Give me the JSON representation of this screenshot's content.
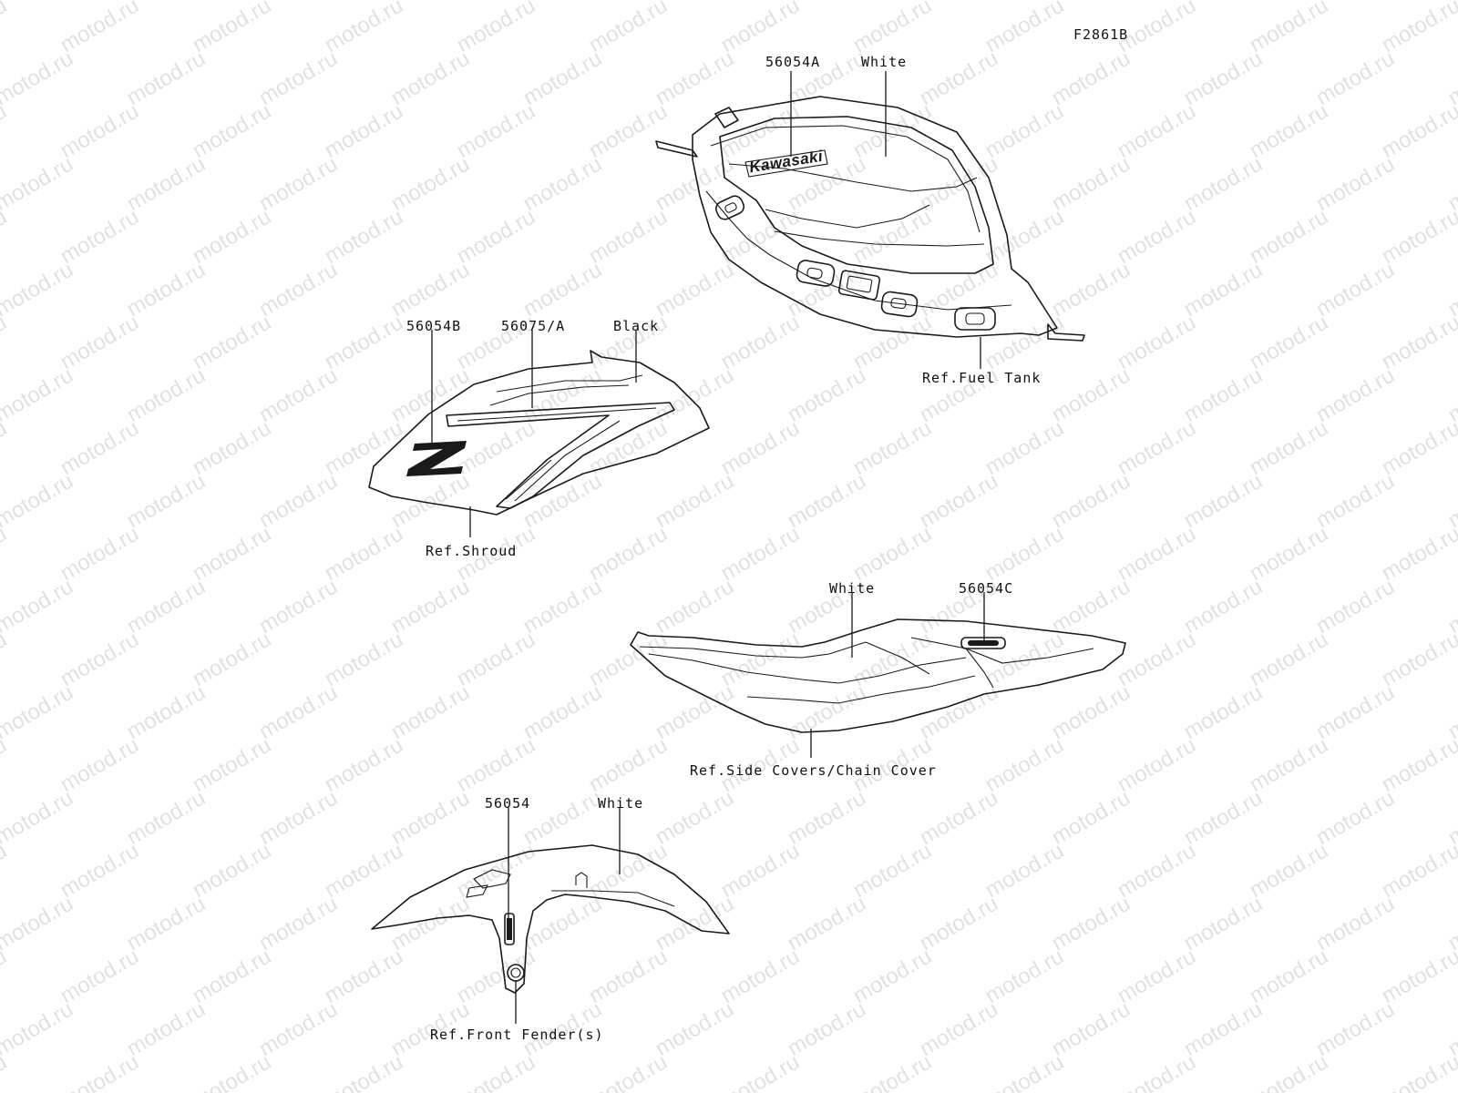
{
  "figure_code": "F2861B",
  "watermark": "motod.ru",
  "groups": {
    "fuel_tank": {
      "part_number": "56054A",
      "color": "White",
      "ref": "Ref.Fuel Tank",
      "logo_text": "Kawasaki"
    },
    "shroud": {
      "part_number_1": "56054B",
      "part_number_2": "56075/A",
      "color": "Black",
      "ref": "Ref.Shroud"
    },
    "side_covers": {
      "color": "White",
      "part_number": "56054C",
      "ref": "Ref.Side Covers/Chain Cover"
    },
    "front_fender": {
      "part_number": "56054",
      "color": "White",
      "ref": "Ref.Front Fender(s)"
    }
  }
}
